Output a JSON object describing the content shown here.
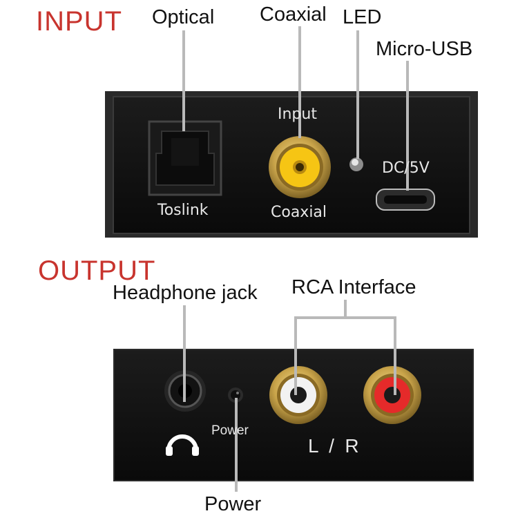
{
  "input_section": {
    "title": "INPUT",
    "callouts": {
      "optical": "Optical",
      "coaxial": "Coaxial",
      "led": "LED",
      "micro_usb": "Micro-USB"
    },
    "panel": {
      "toslink": "Toslink",
      "input": "Input",
      "coaxial": "Coaxial",
      "dc5v": "DC/5V"
    }
  },
  "output_section": {
    "title": "OUTPUT",
    "callouts": {
      "headphone_jack": "Headphone jack",
      "rca_interface": "RCA Interface",
      "power": "Power"
    },
    "panel": {
      "power": "Power",
      "lr": "L  /  R"
    }
  },
  "colors": {
    "title_red": "#c8342e",
    "callout_line": "#b9b9b9",
    "panel_black": "#101010",
    "gold": "#c9a44a",
    "coaxial_yellow": "#f6c514",
    "rca_white": "#f2f2f2",
    "rca_red": "#e52a2a"
  },
  "icons": {
    "headphone": "headphone-icon"
  }
}
